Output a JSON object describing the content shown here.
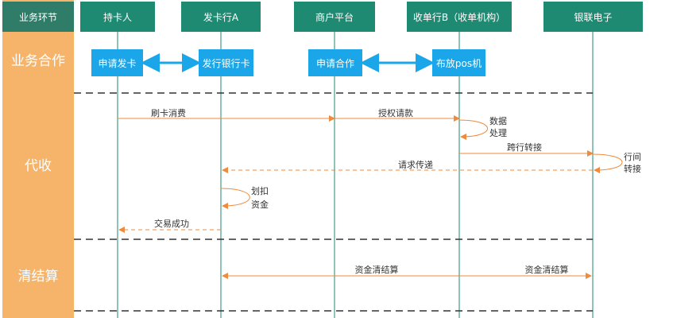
{
  "headers": {
    "stage": "业务环节",
    "holder": "持卡人",
    "issuer": "发卡行A",
    "merchant": "商户平台",
    "acquirer": "收单行B（收单机构）",
    "unionpay": "银联电子"
  },
  "stages": {
    "business": "业务合作",
    "collection": "代收",
    "settlement": "清结算"
  },
  "boxes": {
    "apply_card": "申请发卡",
    "issue_card": "发行银行卡",
    "apply_coop": "申请合作",
    "deploy_pos": "布放pos机"
  },
  "messages": {
    "swipe": "刷卡消费",
    "auth": "授权请款",
    "data_proc_1": "数据",
    "data_proc_2": "处理",
    "interbank": "跨行转接",
    "interbank_self_1": "行间",
    "interbank_self_2": "转接",
    "request_pass": "请求传递",
    "deduct_1": "划扣",
    "deduct_2": "资金",
    "success": "交易成功",
    "settle_1": "资金清结算",
    "settle_2": "资金清结算"
  },
  "colors": {
    "header": "#1e8a72",
    "box": "#1aa6e8",
    "band": "#f5b46a",
    "arrow": "#f08a3c",
    "lifeline": "#1e8a72"
  }
}
